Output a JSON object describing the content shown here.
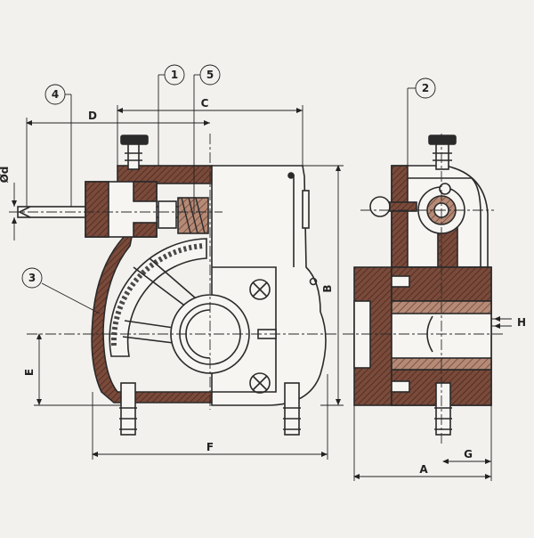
{
  "callouts": [
    {
      "id": "1",
      "label": "1"
    },
    {
      "id": "2",
      "label": "2"
    },
    {
      "id": "3",
      "label": "3"
    },
    {
      "id": "4",
      "label": "4"
    },
    {
      "id": "5",
      "label": "5"
    }
  ],
  "dimensions": {
    "A": "A",
    "B": "B",
    "C": "C",
    "D": "D",
    "E": "E",
    "F": "F",
    "G": "G",
    "H": "H",
    "od": "Ød"
  },
  "colors": {
    "outline": "#2a2a2a",
    "section_fill": "#7a4a3a",
    "section_fill_dark": "#5a3026",
    "body_fill": "#f7f5f2",
    "background": "#f3f1ee"
  }
}
